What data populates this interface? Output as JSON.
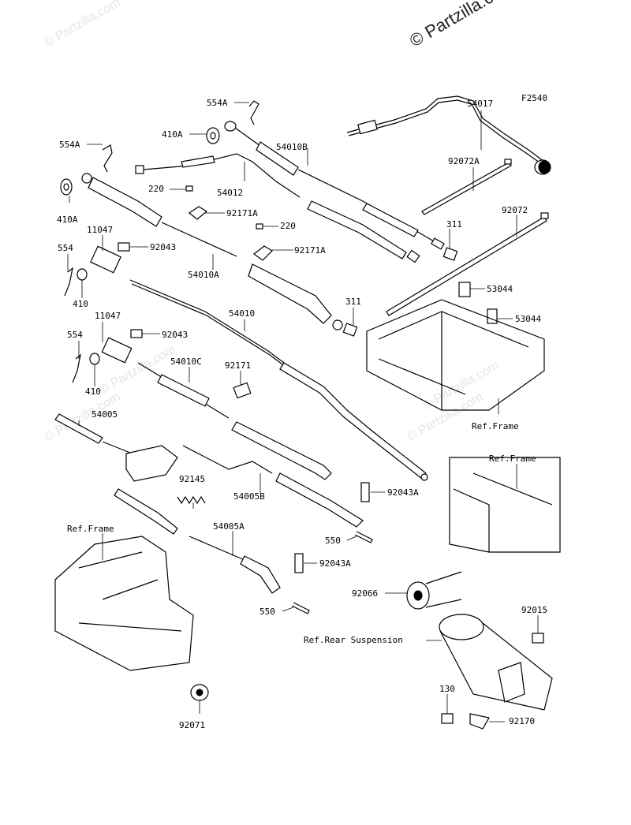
{
  "watermark": {
    "main": "© Partzilla.com",
    "faint": "© Partzilla.com"
  },
  "figure_code": "F2540",
  "callouts": [
    {
      "id": "554A-top",
      "text": "554A"
    },
    {
      "id": "410A-top",
      "text": "410A"
    },
    {
      "id": "554A-left",
      "text": "554A"
    },
    {
      "id": "410A-left",
      "text": "410A"
    },
    {
      "id": "54010B",
      "text": "54010B"
    },
    {
      "id": "54017",
      "text": "54017"
    },
    {
      "id": "92072A",
      "text": "92072A"
    },
    {
      "id": "92072",
      "text": "92072"
    },
    {
      "id": "220-a",
      "text": "220"
    },
    {
      "id": "54012",
      "text": "54012"
    },
    {
      "id": "92171A-a",
      "text": "92171A"
    },
    {
      "id": "220-b",
      "text": "220"
    },
    {
      "id": "92171A-b",
      "text": "92171A"
    },
    {
      "id": "311-a",
      "text": "311"
    },
    {
      "id": "11047-a",
      "text": "11047"
    },
    {
      "id": "92043-a",
      "text": "92043"
    },
    {
      "id": "554-a",
      "text": "554"
    },
    {
      "id": "54010A",
      "text": "54010A"
    },
    {
      "id": "410-a",
      "text": "410"
    },
    {
      "id": "53044-a",
      "text": "53044"
    },
    {
      "id": "53044-b",
      "text": "53044"
    },
    {
      "id": "311-b",
      "text": "311"
    },
    {
      "id": "54010",
      "text": "54010"
    },
    {
      "id": "11047-b",
      "text": "11047"
    },
    {
      "id": "92043-b",
      "text": "92043"
    },
    {
      "id": "554-b",
      "text": "554"
    },
    {
      "id": "410-b",
      "text": "410"
    },
    {
      "id": "54010C",
      "text": "54010C"
    },
    {
      "id": "92171",
      "text": "92171"
    },
    {
      "id": "ref-frame-a",
      "text": "Ref.Frame"
    },
    {
      "id": "54005",
      "text": "54005"
    },
    {
      "id": "ref-frame-b",
      "text": "Ref.Frame"
    },
    {
      "id": "92145",
      "text": "92145"
    },
    {
      "id": "54005B",
      "text": "54005B"
    },
    {
      "id": "92043A-a",
      "text": "92043A"
    },
    {
      "id": "ref-frame-c",
      "text": "Ref.Frame"
    },
    {
      "id": "54005A",
      "text": "54005A"
    },
    {
      "id": "550-a",
      "text": "550"
    },
    {
      "id": "92043A-b",
      "text": "92043A"
    },
    {
      "id": "92066",
      "text": "92066"
    },
    {
      "id": "550-b",
      "text": "550"
    },
    {
      "id": "92015",
      "text": "92015"
    },
    {
      "id": "ref-rear-suspension",
      "text": "Ref.Rear Suspension"
    },
    {
      "id": "130",
      "text": "130"
    },
    {
      "id": "92170",
      "text": "92170"
    },
    {
      "id": "92071",
      "text": "92071"
    }
  ]
}
